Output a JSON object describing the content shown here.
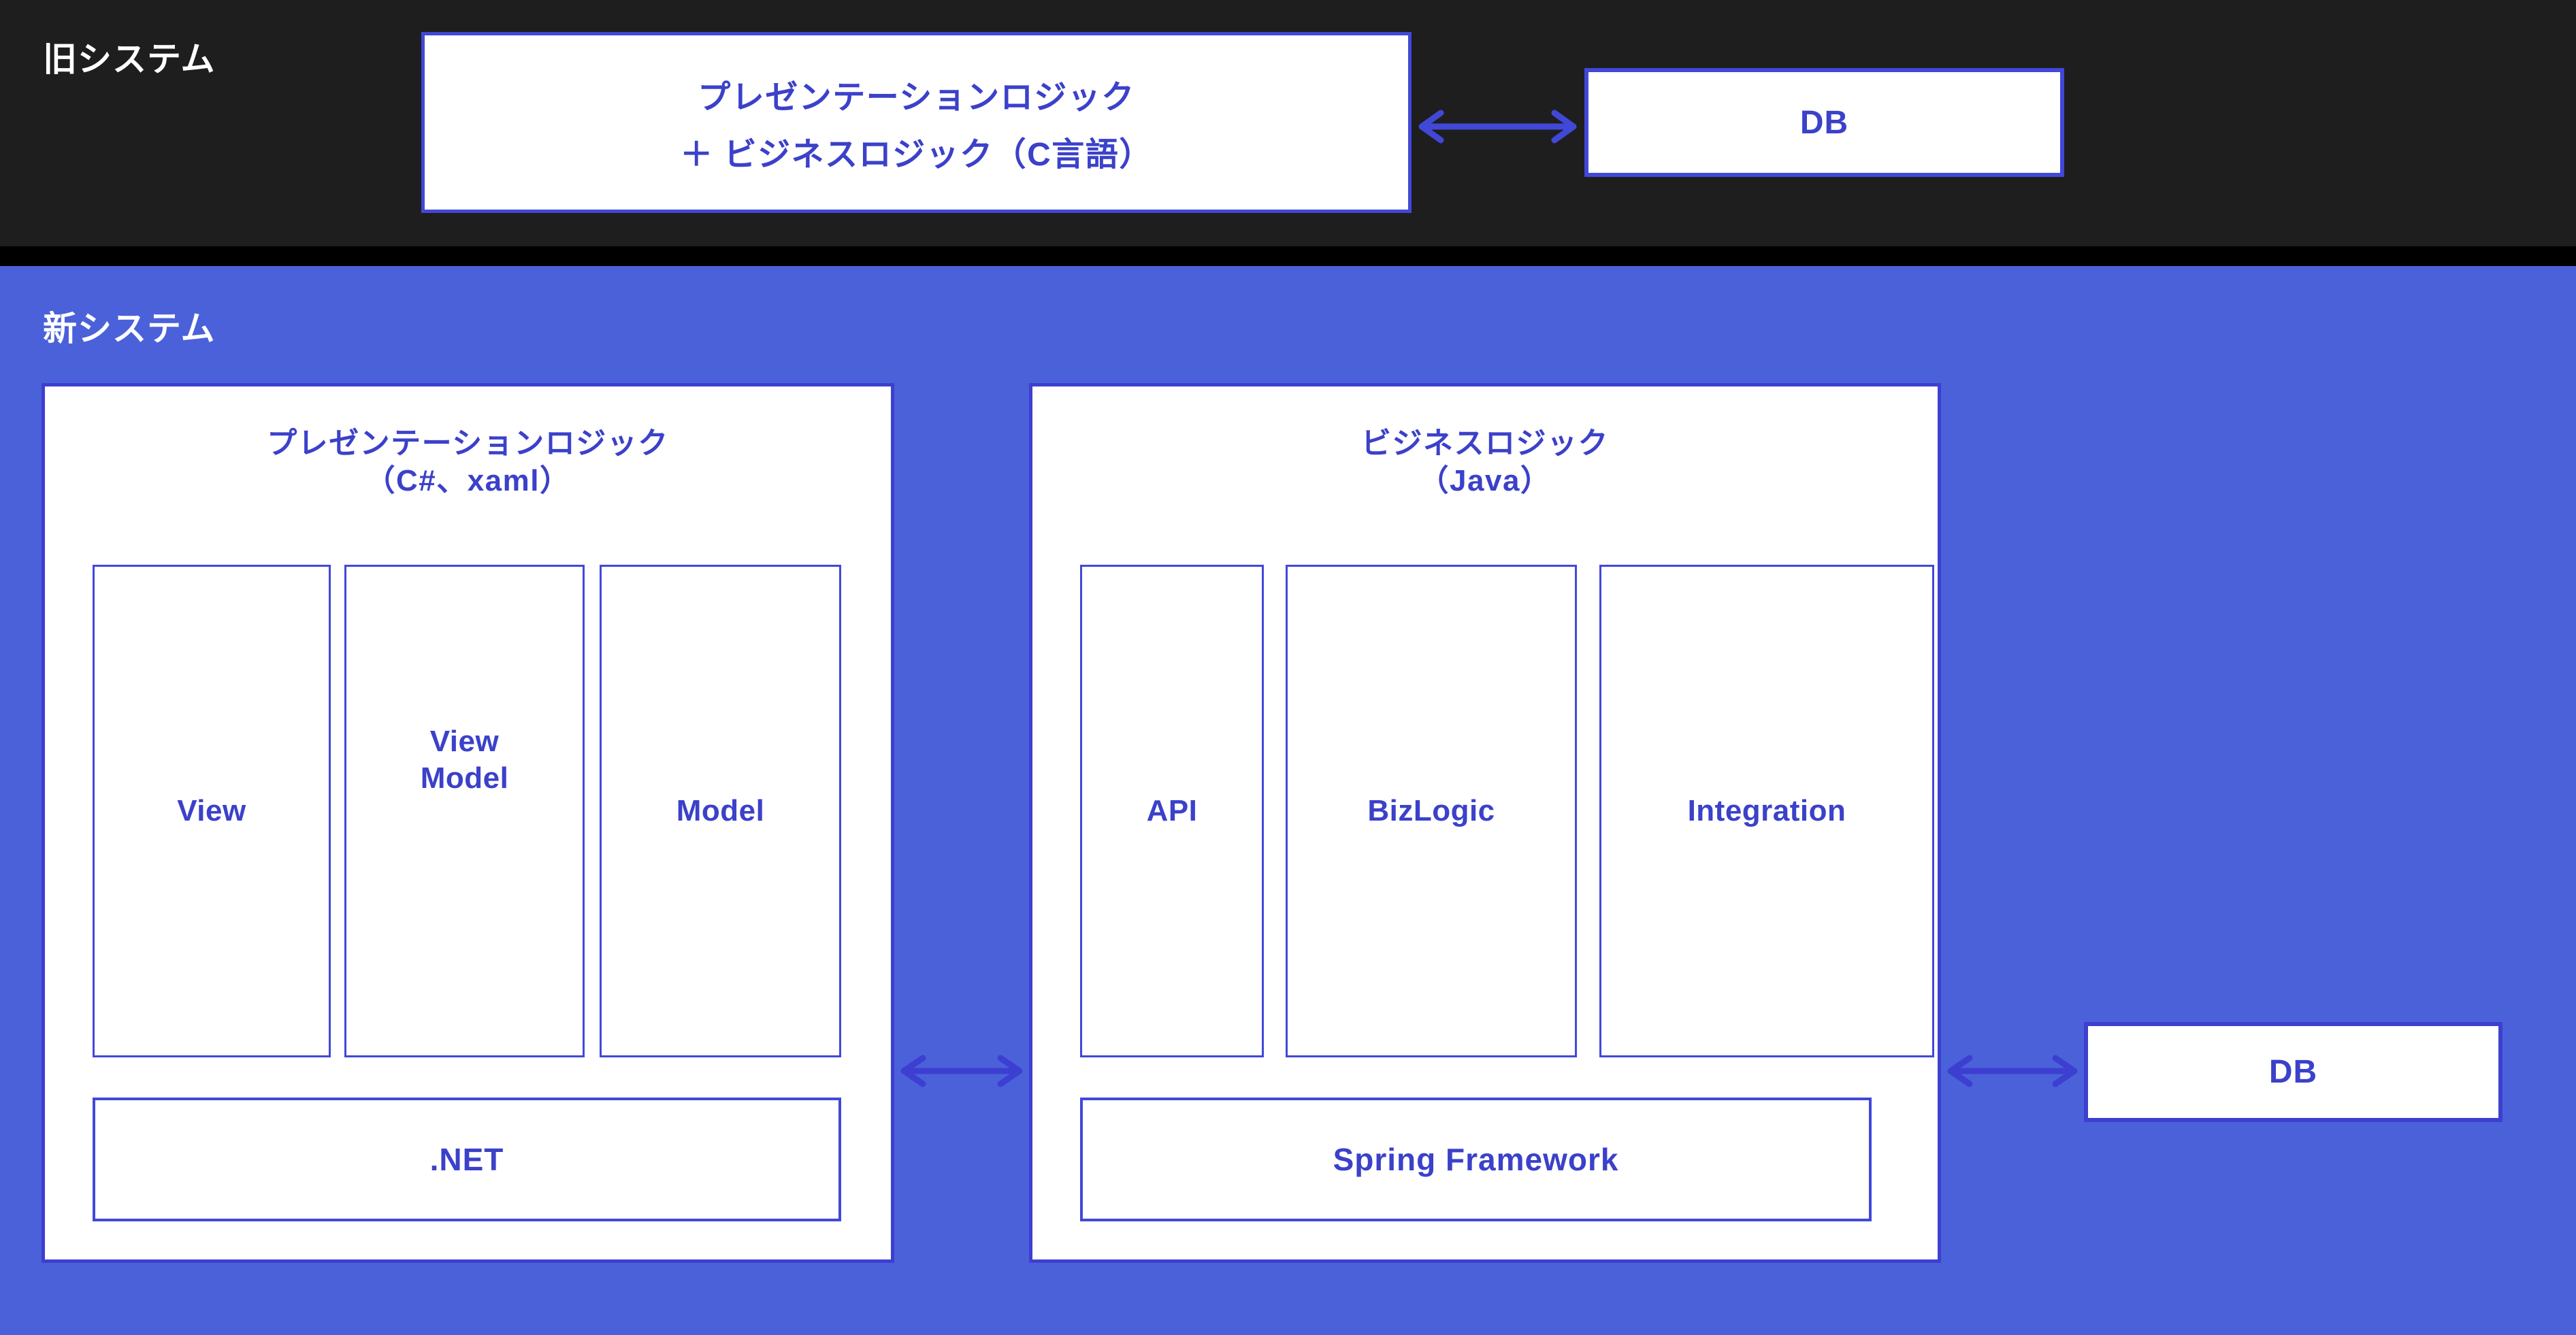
{
  "diagram": {
    "title_old": "旧システム",
    "title_new": "新システム",
    "colors": {
      "old_band_bg": "#1e1e1e",
      "new_band_bg": "#4a61da",
      "separator": "#000000",
      "accent_blue": "#3b41c9",
      "border_blue": "#4148d8",
      "panel_border": "#3d3fd0",
      "box_fill": "#ffffff",
      "label_text": "#ffffff"
    }
  },
  "old_system": {
    "label": "旧システム",
    "legacy_box": {
      "line1": "プレゼンテーションロジック",
      "line2": "＋ ビジネスロジック（C言語）"
    },
    "arrow": {
      "name": "bidirectional-arrow",
      "direction": "both"
    },
    "db_box": {
      "label": "DB"
    }
  },
  "new_system": {
    "label": "新システム",
    "presentation_panel": {
      "title_line1": "プレゼンテーションロジック",
      "title_line2": "（C#、xaml）",
      "columns": [
        {
          "label": "View"
        },
        {
          "label_line1": "View",
          "label_line2": "Model"
        },
        {
          "label": "Model"
        }
      ],
      "framework": {
        "label": ".NET"
      }
    },
    "middle_arrow": {
      "name": "bidirectional-arrow",
      "direction": "both"
    },
    "business_panel": {
      "title_line1": "ビジネスロジック",
      "title_line2": "（Java）",
      "columns": [
        {
          "label": "API"
        },
        {
          "label": "BizLogic"
        },
        {
          "label": "Integration"
        }
      ],
      "framework": {
        "label": "Spring Framework"
      }
    },
    "right_arrow": {
      "name": "bidirectional-arrow",
      "direction": "both"
    },
    "db_box": {
      "label": "DB"
    }
  }
}
